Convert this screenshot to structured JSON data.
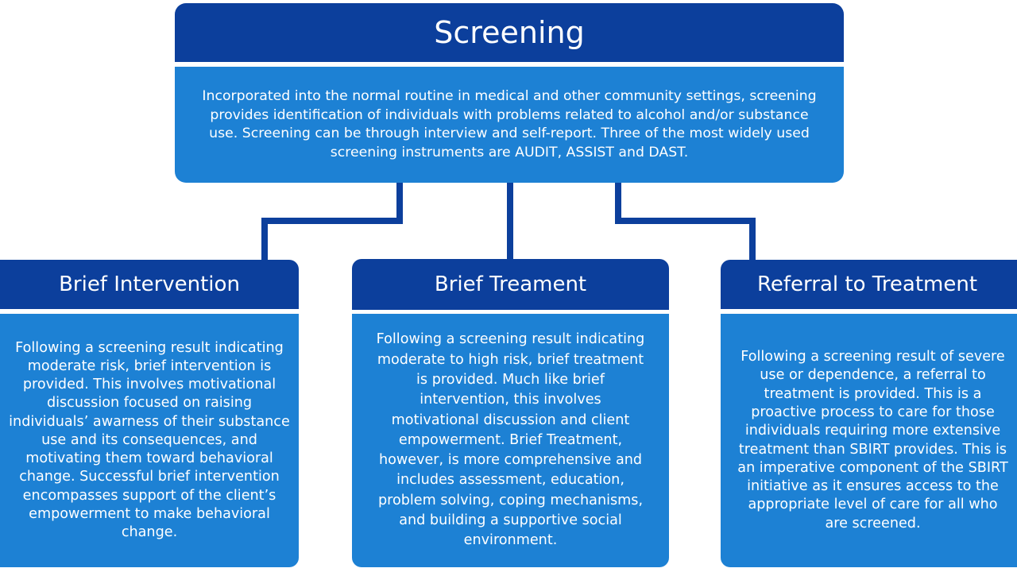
{
  "colors": {
    "header_blue": "#0c3f9c",
    "body_blue": "#1d81d4",
    "connector": "#0c3f9c",
    "text": "#ffffff",
    "background": "#ffffff"
  },
  "screening": {
    "title": "Screening",
    "description": "Incorporated into the normal routine in medical and other community settings, screening provides identification of individuals with problems related to alcohol and/or substance use. Screening can be through interview and self-report. Three of the most widely used screening instruments are AUDIT, ASSIST and DAST."
  },
  "brief_intervention": {
    "title": "Brief Intervention",
    "description": "Following a screening result indicating moderate risk, brief intervention is provided. This involves motivational discussion focused on raising individuals’ awarness of their substance use and its consequences, and motivating them toward behavioral change. Successful brief intervention encompasses support of the client’s empowerment to make behavioral change."
  },
  "brief_treatment": {
    "title": "Brief Treament",
    "description": "Following a screening result indicating moderate to high risk, brief treatment is provided. Much like brief intervention, this involves motivational discussion and client empowerment. Brief Treatment, however, is more comprehensive and includes assessment, education, problem solving, coping mechanisms, and building a supportive social environment."
  },
  "referral_to_treatment": {
    "title": "Referral to Treatment",
    "description": "Following a screening result of severe use or dependence, a referral to treatment is provided. This is a proactive process to care for those individuals requiring more extensive treatment than SBIRT provides. This is an imperative component of the SBIRT initiative as it ensures access to the appropriate level of care for all who are screened."
  }
}
